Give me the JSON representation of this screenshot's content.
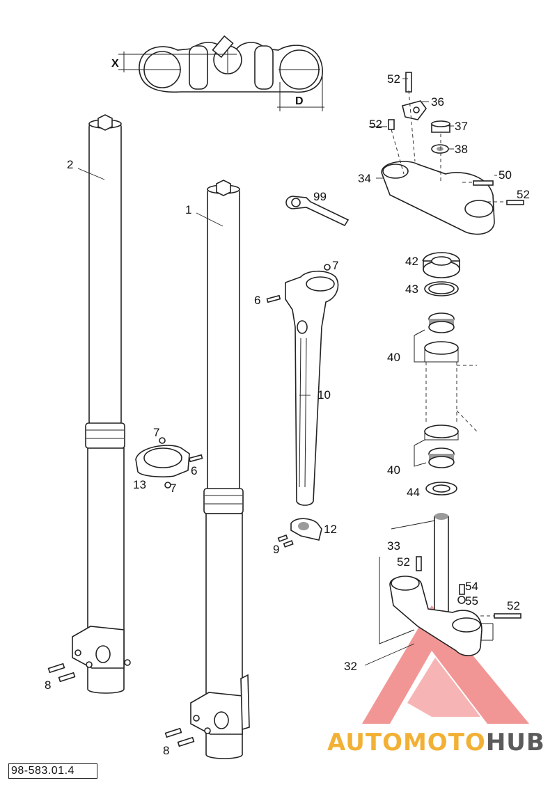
{
  "diagram": {
    "document_code": "98-583.01.4",
    "dimension_labels": {
      "x": "X",
      "d": "D"
    },
    "callouts": {
      "c2": "2",
      "c1": "1",
      "c99": "99",
      "c7a": "7",
      "c6a": "6",
      "c10": "10",
      "c7b": "7",
      "c6b": "6",
      "c13": "13",
      "c7c": "7",
      "c12": "12",
      "c9": "9",
      "c8a": "8",
      "c8b": "8",
      "c52a": "52",
      "c36": "36",
      "c52b": "52",
      "c37": "37",
      "c38": "38",
      "c34": "34",
      "c50": "50",
      "c52c": "52",
      "c42": "42",
      "c43": "43",
      "c40a": "40",
      "c40b": "40",
      "c44": "44",
      "c33": "33",
      "c52d": "52",
      "c54": "54",
      "c55": "55",
      "c52e": "52",
      "c32": "32"
    }
  },
  "watermark": {
    "part_a": "AUTOMOTO",
    "part_b": "HUB",
    "color_a": "#f2b135",
    "color_b": "#5b5b5b",
    "logo_color": "#e8423f"
  }
}
